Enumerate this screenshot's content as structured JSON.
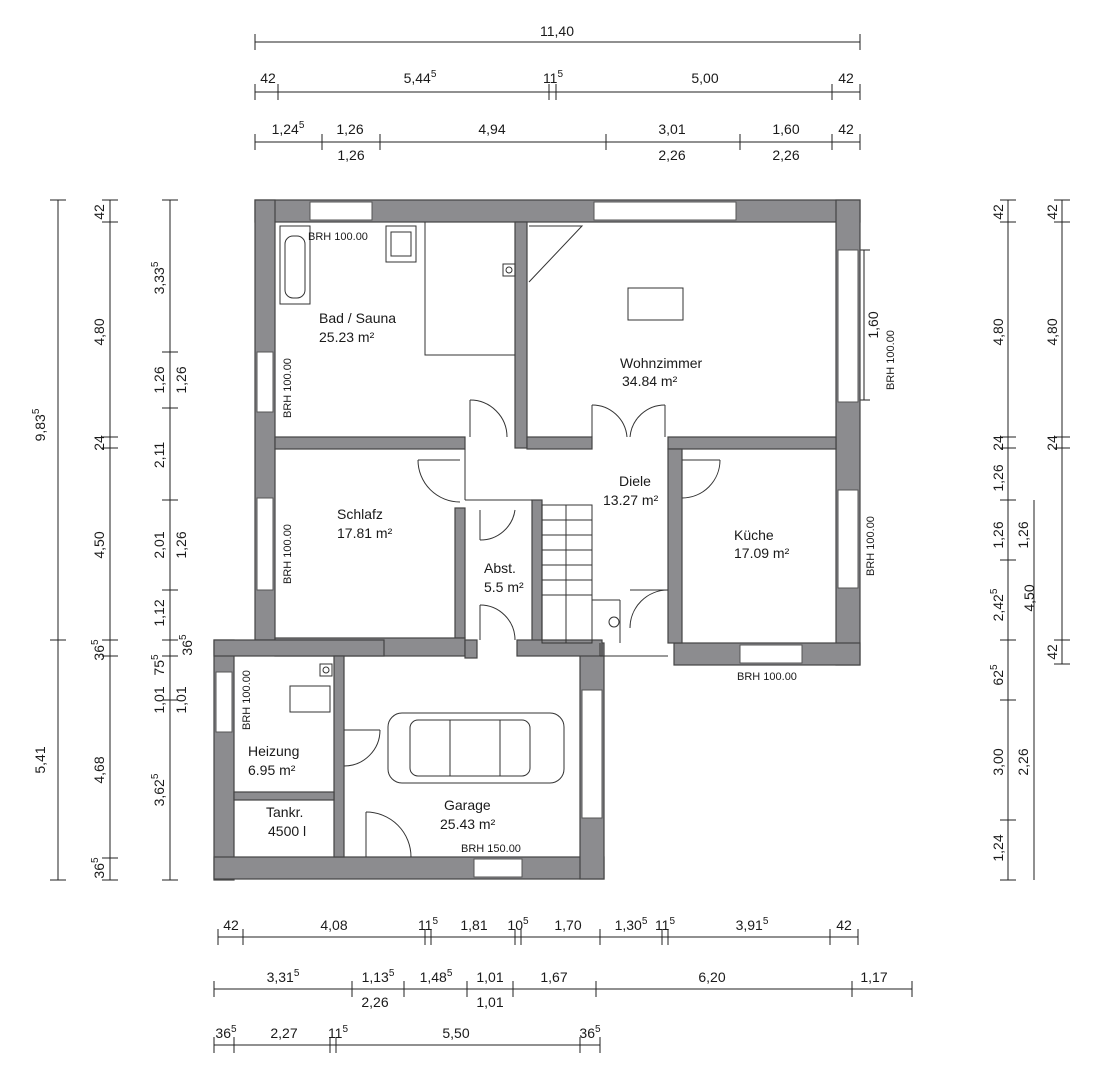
{
  "dims_top": {
    "r1": [
      "11,40"
    ],
    "r2": [
      [
        "42",
        ""
      ],
      [
        "5,44",
        "5"
      ],
      [
        "11",
        "5"
      ],
      [
        "5,00",
        ""
      ],
      [
        "42",
        ""
      ]
    ],
    "r3_upper": [
      [
        "1,24",
        "5"
      ],
      [
        "1,26",
        ""
      ],
      [
        "4,94",
        ""
      ],
      [
        "3,01",
        ""
      ],
      [
        "1,60",
        ""
      ],
      [
        "42",
        ""
      ]
    ],
    "r3_lower": [
      "1,26",
      "2,26",
      "2,26"
    ]
  },
  "dims_bottom": {
    "r1": [
      [
        "42",
        ""
      ],
      [
        "4,08",
        ""
      ],
      [
        "11",
        "5"
      ],
      [
        "1,81",
        ""
      ],
      [
        "10",
        "5"
      ],
      [
        "1,70",
        ""
      ],
      [
        "1,30",
        "5"
      ],
      [
        "11",
        "5"
      ],
      [
        "3,91",
        "5"
      ],
      [
        "42",
        ""
      ]
    ],
    "r2_upper": [
      [
        "3,31",
        "5"
      ],
      [
        "1,13",
        "5"
      ],
      [
        "1,48",
        "5"
      ],
      [
        "1,01",
        ""
      ],
      [
        "1,67",
        ""
      ],
      [
        "6,20",
        ""
      ],
      [
        "1,17",
        ""
      ]
    ],
    "r2_lower": [
      "2,26",
      "1,01"
    ],
    "r3": [
      [
        "36",
        "5"
      ],
      [
        "2,27",
        ""
      ],
      [
        "11",
        "5"
      ],
      [
        "5,50",
        ""
      ],
      [
        "36",
        "5"
      ]
    ]
  },
  "dims_left": {
    "outer": [
      [
        "9,83",
        "5"
      ],
      [
        "5,41",
        ""
      ]
    ],
    "mid": [
      [
        "42",
        ""
      ],
      [
        "4,80",
        ""
      ],
      [
        "24",
        ""
      ],
      [
        "4,50",
        ""
      ],
      [
        "36",
        "5"
      ],
      [
        "4,68",
        ""
      ],
      [
        "36",
        "5"
      ]
    ],
    "inner_a": [
      [
        "3,33",
        "5"
      ],
      [
        "1,26",
        ""
      ],
      [
        "2,11",
        ""
      ],
      [
        "2,01",
        ""
      ],
      [
        "1,12",
        ""
      ],
      [
        "75",
        "5"
      ],
      [
        "1,01",
        ""
      ],
      [
        "3,62",
        "5"
      ]
    ],
    "inner_b": [
      [
        "1,26",
        ""
      ],
      [
        "1,26",
        ""
      ],
      [
        "36",
        "5"
      ],
      [
        "1,01",
        ""
      ]
    ]
  },
  "dims_right": {
    "a": [
      [
        "1,26",
        ""
      ],
      [
        "1,26",
        ""
      ],
      [
        "2,42",
        "5"
      ],
      [
        "62",
        "5"
      ],
      [
        "3,00",
        ""
      ],
      [
        "1,24",
        ""
      ]
    ],
    "b": [
      [
        "42",
        ""
      ],
      [
        "4,80",
        ""
      ],
      [
        "24",
        ""
      ],
      [
        "1,26",
        ""
      ],
      [
        "4,50",
        ""
      ],
      [
        "2,26",
        ""
      ]
    ],
    "c": [
      [
        "42",
        ""
      ],
      [
        "4,80",
        ""
      ],
      [
        "24",
        ""
      ],
      [
        "42",
        ""
      ]
    ],
    "win": [
      "1,60"
    ]
  },
  "rooms": [
    {
      "name": "Bad / Sauna",
      "area": "25.23 m²"
    },
    {
      "name": "Wohnzimmer",
      "area": "34.84 m²"
    },
    {
      "name": "Diele",
      "area": "13.27 m²"
    },
    {
      "name": "Schlafz",
      "area": "17.81 m²"
    },
    {
      "name": "Abst.",
      "area": "5.5 m²"
    },
    {
      "name": "Küche",
      "area": "17.09 m²"
    },
    {
      "name": "Heizung",
      "area": "6.95 m²"
    },
    {
      "name": "Tankr.",
      "area": "4500 l"
    },
    {
      "name": "Garage",
      "area": "25.43 m²"
    }
  ],
  "brh": {
    "bad_top": "BRH 100.00",
    "bad_left": "BRH 100.00",
    "wohn_right": "BRH 100.00",
    "schlaf_left": "BRH 100.00",
    "kueche_right": "BRH 100.00",
    "kueche_bottom": "BRH 100.00",
    "heizung_left": "BRH 100.00",
    "garage_bottom": "BRH 150.00"
  },
  "colors": {
    "wall": "#8c8c8f",
    "line": "#222222"
  }
}
